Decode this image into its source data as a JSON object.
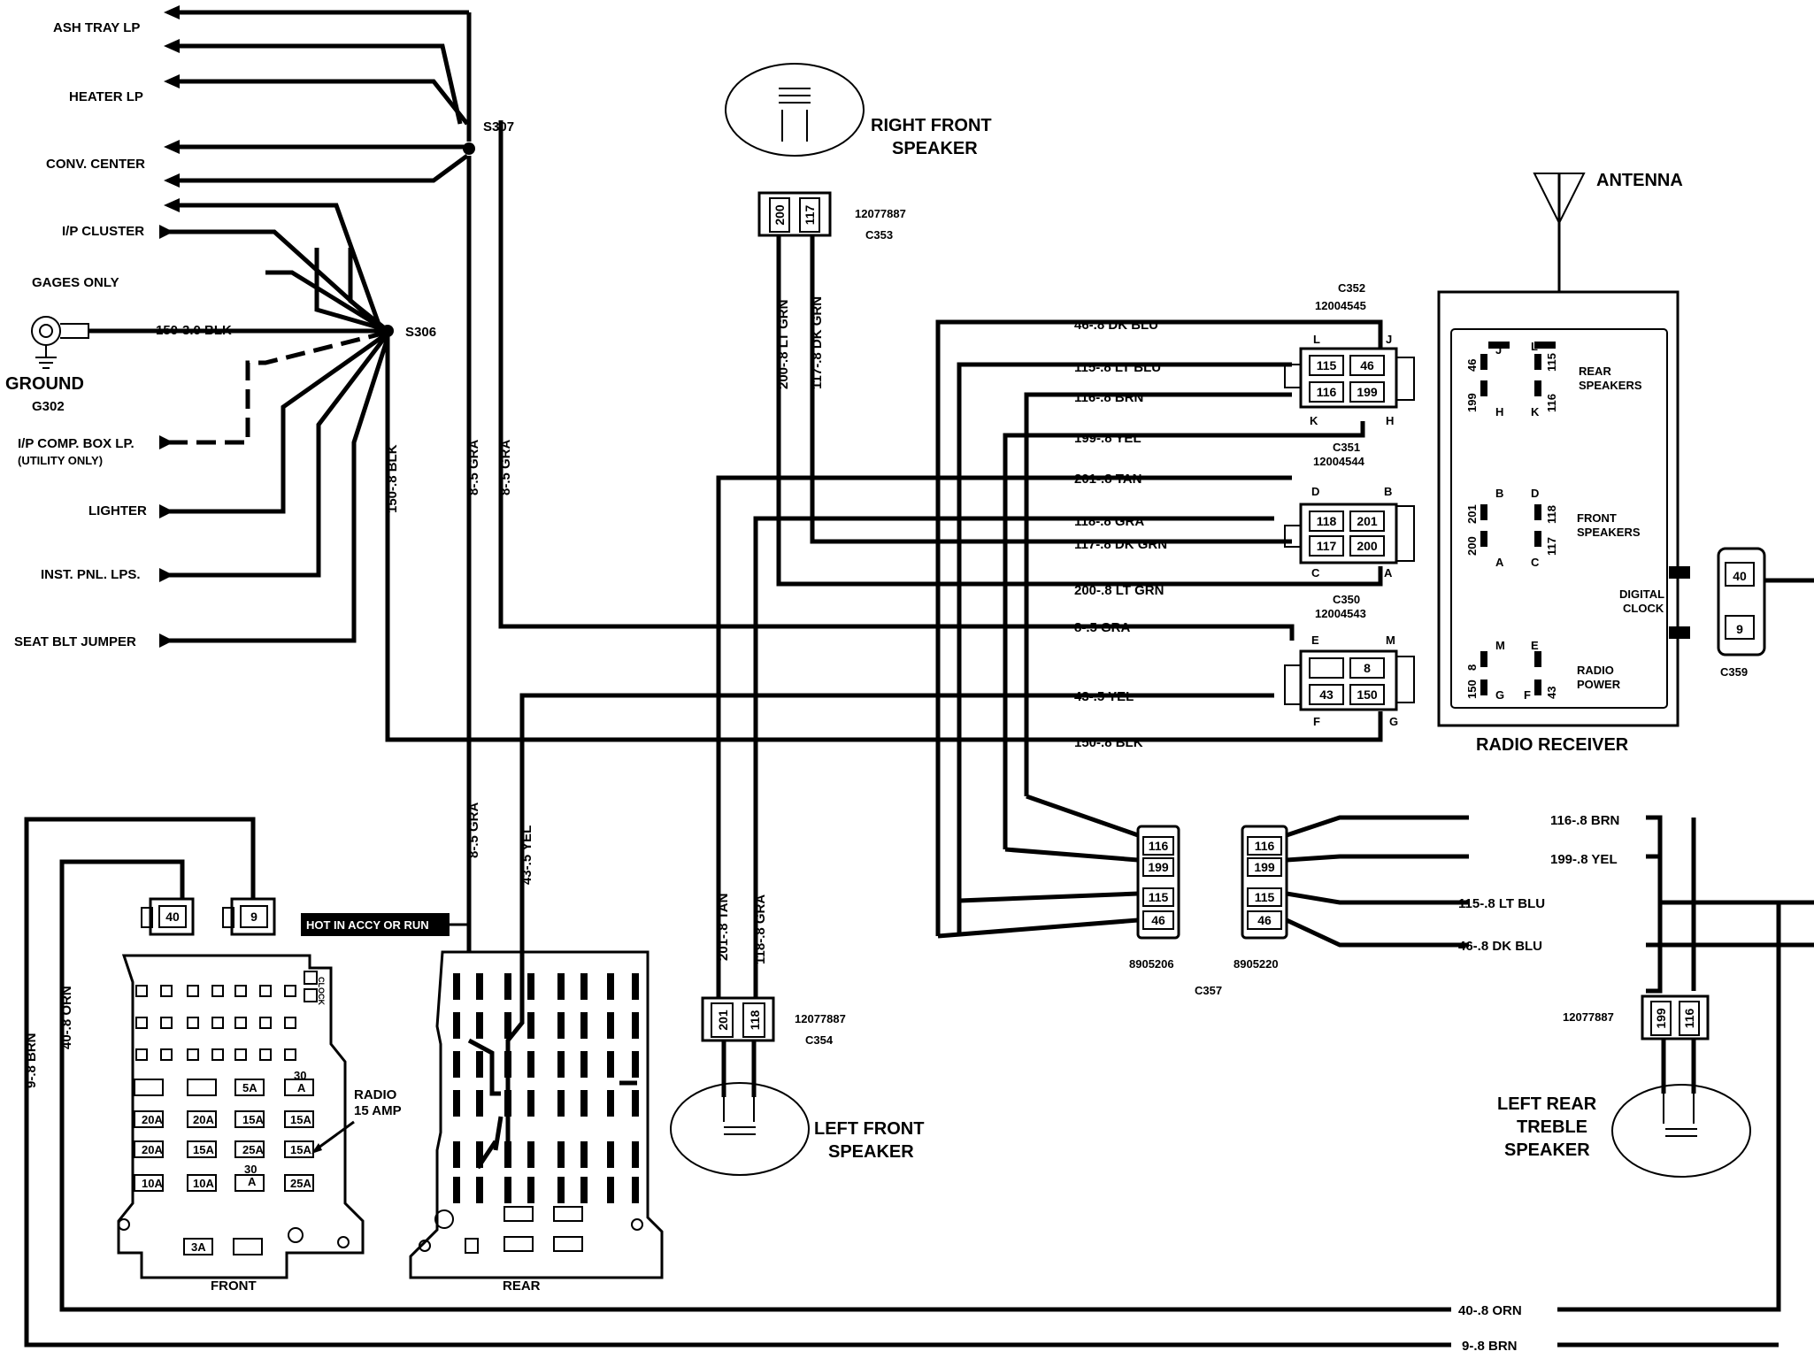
{
  "splices": {
    "s307": "S307",
    "s306": "S306"
  },
  "left_branches": {
    "ash_tray": "ASH TRAY LP",
    "heater": "HEATER LP",
    "conv_center": "CONV. CENTER",
    "ip_cluster": "I/P CLUSTER",
    "gages_only": "GAGES ONLY",
    "ip_comp_box_1": "I/P COMP. BOX LP.",
    "ip_comp_box_2": "(UTILITY ONLY)",
    "lighter": "LIGHTER",
    "inst_pnl": "INST. PNL. LPS.",
    "seat_blt": "SEAT BLT JUMPER"
  },
  "ground": {
    "label": "GROUND",
    "id": "G302",
    "wire": "150-3.0 BLK"
  },
  "vertical_wires": {
    "blk_150": "150-.8 BLK",
    "gra_8_a": "8-.5 GRA",
    "gra_8_b": "8-.5 GRA",
    "gra_8_c": "8-.5 GRA",
    "yel_43": "43-.5 YEL",
    "ltgrn_200": "200-.8 LT GRN",
    "dkgrn_117": "117-.8 DK GRN",
    "tan_201": "201-.8 TAN",
    "gra_118": "118-.8 GRA",
    "brn_9": "9-.8 BRN",
    "orn_40": "40-.8 ORN"
  },
  "radio_wires": {
    "w46": "46-.8 DK BLU",
    "w115": "115-.8 LT BLU",
    "w116": "116-.8 BRN",
    "w199": "199-.8 YEL",
    "w201": "201-.8 TAN",
    "w118": "118-.8 GRA",
    "w117": "117-.8 DK GRN",
    "w200": "200-.8 LT GRN",
    "w8": "8-.5 GRA",
    "w43": "43-.5 YEL",
    "w150": "150-.8 BLK"
  },
  "rear_wires": {
    "w116": "116-.8 BRN",
    "w199": "199-.8 YEL",
    "w115": "115-.8 LT BLU",
    "w46": "46-.8 DK BLU",
    "w40": "40-.8 ORN",
    "w9": "9-.8 BRN"
  },
  "speakers": {
    "right_front_1": "RIGHT FRONT",
    "right_front_2": "SPEAKER",
    "left_front_1": "LEFT FRONT",
    "left_front_2": "SPEAKER",
    "left_rear_1": "LEFT REAR",
    "left_rear_2": "TREBLE",
    "left_rear_3": "SPEAKER"
  },
  "connectors": {
    "c353_part": "12077887",
    "c353": "C353",
    "c354_part": "12077887",
    "c354": "C354",
    "rear_part": "12077887",
    "c352": "C352",
    "c352_part": "12004545",
    "c351": "C351",
    "c351_part": "12004544",
    "c350": "C350",
    "c350_part": "12004543",
    "c357": "C357",
    "c357_part_a": "8905206",
    "c357_part_b": "8905220",
    "c359": "C359"
  },
  "pins": {
    "p200": "200",
    "p117": "117",
    "p201": "201",
    "p118": "118",
    "p115": "115",
    "p46": "46",
    "p116": "116",
    "p199": "199",
    "p8": "8",
    "p43": "43",
    "p150": "150",
    "p40": "40",
    "p9": "9",
    "L": "L",
    "J": "J",
    "K": "K",
    "H": "H",
    "D": "D",
    "B": "B",
    "C": "C",
    "A": "A",
    "E": "E",
    "M": "M",
    "F": "F",
    "G": "G"
  },
  "radio": {
    "antenna": "ANTENNA",
    "title": "RADIO RECEIVER",
    "rear_speakers_1": "REAR",
    "rear_speakers_2": "SPEAKERS",
    "front_speakers_1": "FRONT",
    "front_speakers_2": "SPEAKERS",
    "digital_clock_1": "DIGITAL",
    "digital_clock_2": "CLOCK",
    "radio_power_1": "RADIO",
    "radio_power_2": "POWER"
  },
  "fuse_block": {
    "hot_label": "HOT IN ACCY OR RUN",
    "radio_fuse_1": "RADIO",
    "radio_fuse_2": "15 AMP",
    "front": "FRONT",
    "rear": "REAR",
    "clock": "CLOCK",
    "fuses_a": [
      "20A",
      "20A",
      "10A"
    ],
    "fuses_b": [
      "20A",
      "15A",
      "10A"
    ],
    "fuse_5a": "5A",
    "fuses_c": [
      "15A",
      "25A"
    ],
    "fuses_d": [
      "15A",
      "15A",
      "25A"
    ],
    "fuse_30a_1_a": "30",
    "fuse_30a_1_b": "A",
    "fuse_30a_2_a": "30",
    "fuse_30a_2_b": "A",
    "fuse_3a": "3A"
  }
}
